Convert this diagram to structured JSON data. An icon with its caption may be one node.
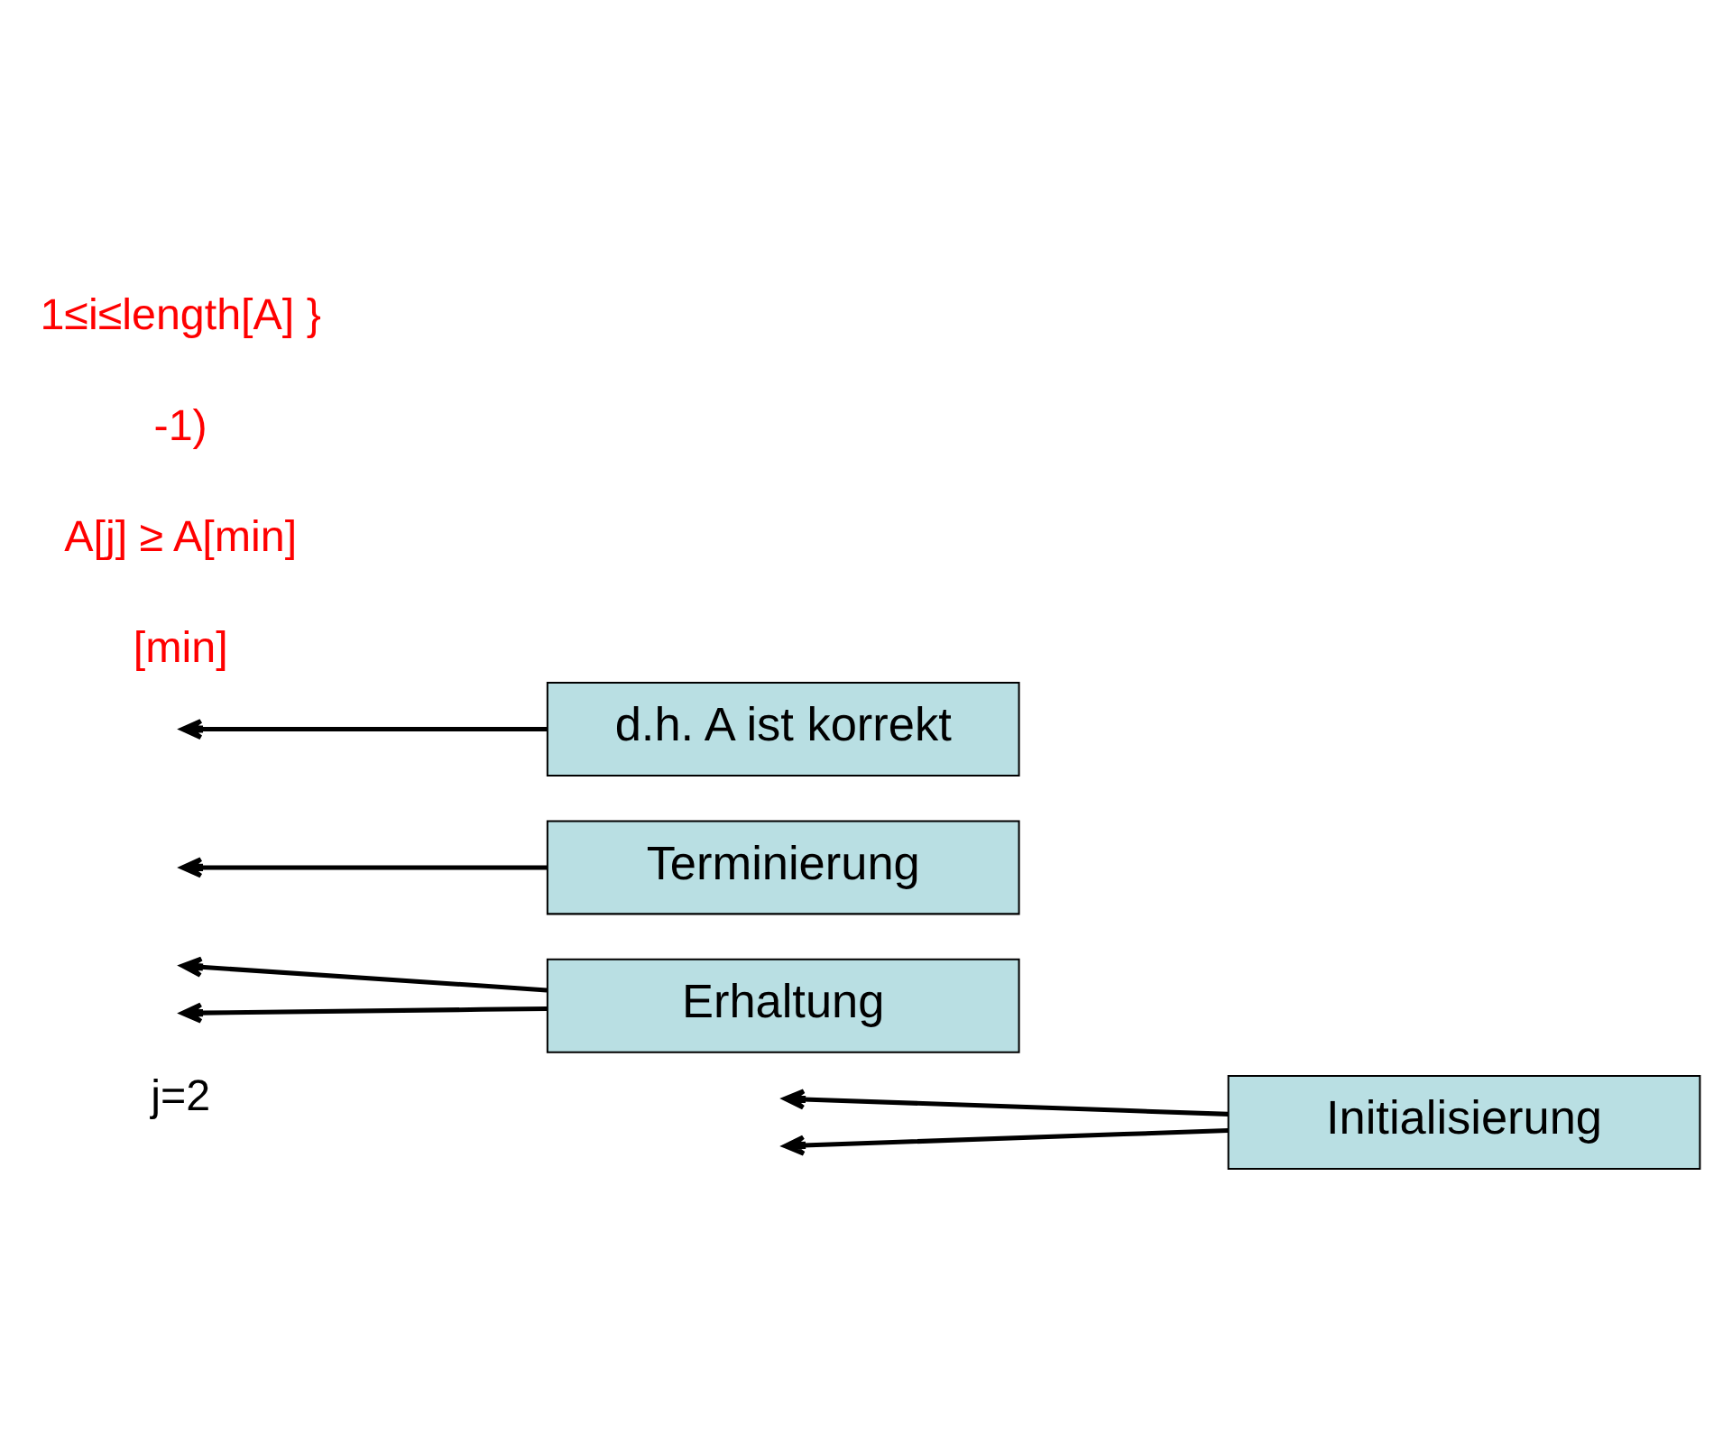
{
  "diagram": {
    "nodes": [
      {
        "text": [
          "Initialisierung"
        ]
      },
      {
        "text": [
          "Erhaltung"
        ]
      },
      {
        "text": [
          "Terminierung"
        ]
      },
      {
        "text": [
          "d.h. A ist korrekt"
        ]
      }
    ],
    "edges": [
      {
        "from": 0,
        "to": null,
        "arrow": "to"
      },
      {
        "from": 0,
        "to": null,
        "arrow": "to"
      },
      {
        "from": 1,
        "to": null,
        "arrow": "to"
      },
      {
        "from": 1,
        "to": null,
        "arrow": "to"
      },
      {
        "from": 2,
        "to": null,
        "arrow": "to"
      },
      {
        "from": 3,
        "to": null,
        "arrow": "to"
      }
    ],
    "labels": [
      "j=2",
      "[min]",
      "A[j] ≥ A[min]",
      "-1)",
      "1≤i≤length[A] }"
    ]
  }
}
